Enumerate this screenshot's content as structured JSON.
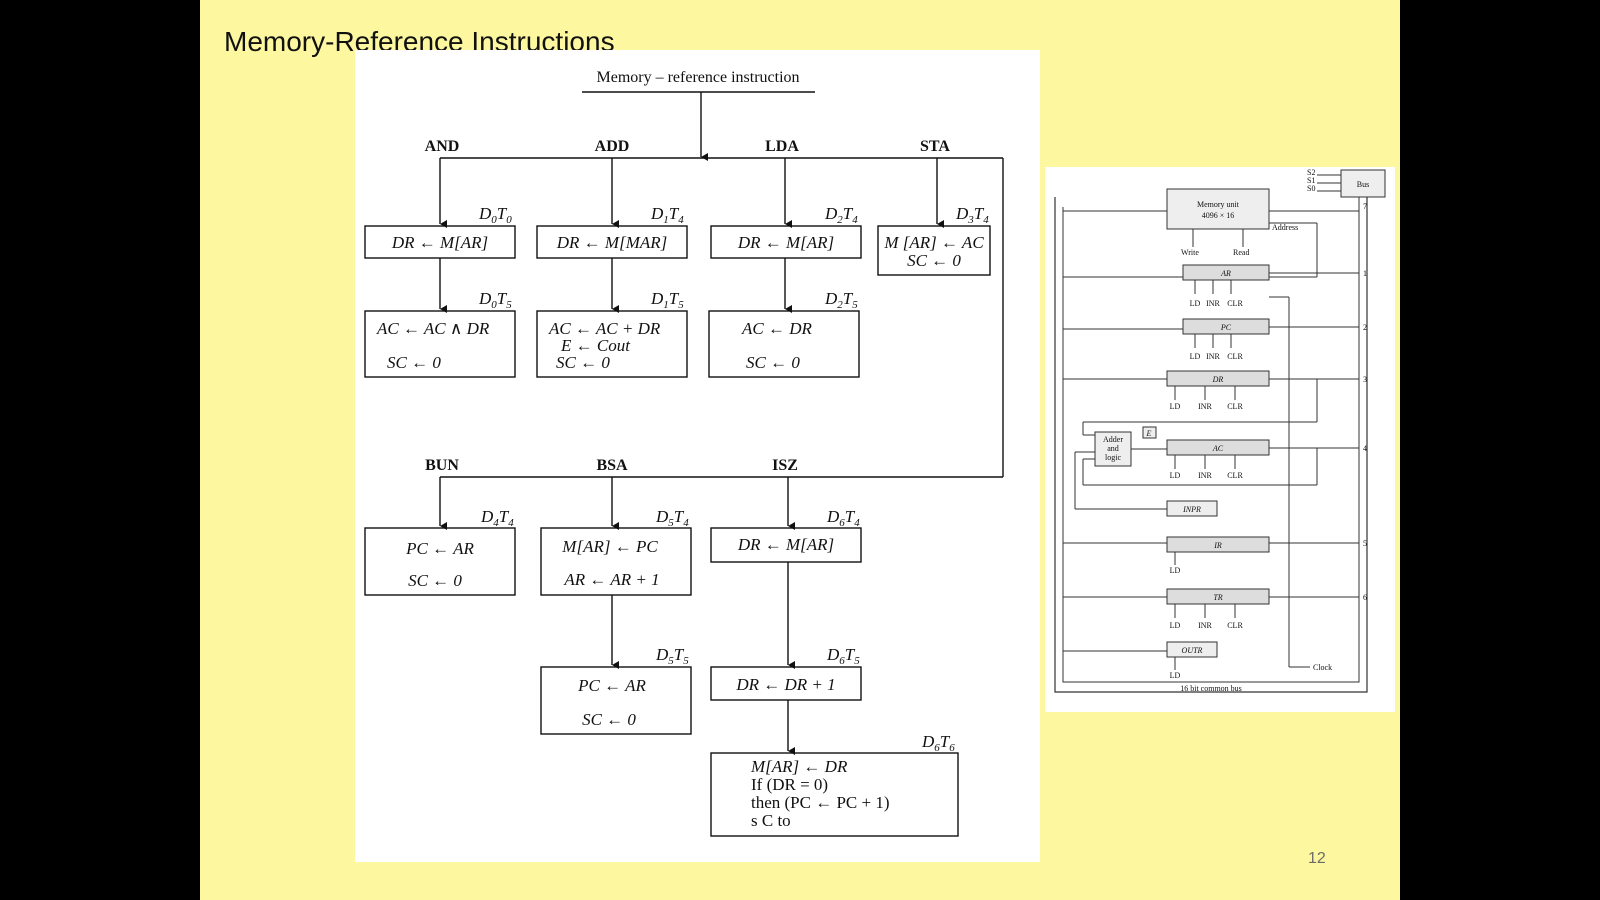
{
  "slide": {
    "title": "Memory-Reference Instructions",
    "page_number": "12"
  },
  "flowchart": {
    "root": "Memory – reference instruction",
    "branches": [
      {
        "op": "AND",
        "steps": [
          {
            "timing_base": "D",
            "timing_sub": "0",
            "timing_t": "T",
            "timing_tsub": "0",
            "lines": [
              "DR ← M[AR]"
            ]
          },
          {
            "timing_base": "D",
            "timing_sub": "0",
            "timing_t": "T",
            "timing_tsub": "5",
            "lines": [
              "AC ← AC ∧ DR",
              "SC ← 0"
            ]
          }
        ]
      },
      {
        "op": "ADD",
        "steps": [
          {
            "timing_base": "D",
            "timing_sub": "1",
            "timing_t": "T",
            "timing_tsub": "4",
            "lines": [
              "DR ← M[MAR]"
            ]
          },
          {
            "timing_base": "D",
            "timing_sub": "1",
            "timing_t": "T",
            "timing_tsub": "5",
            "lines": [
              "AC ← AC + DR",
              "E ← Cout",
              "SC ← 0"
            ]
          }
        ]
      },
      {
        "op": "LDA",
        "steps": [
          {
            "timing_base": "D",
            "timing_sub": "2",
            "timing_t": "T",
            "timing_tsub": "4",
            "lines": [
              "DR ← M[AR]"
            ]
          },
          {
            "timing_base": "D",
            "timing_sub": "2",
            "timing_t": "T",
            "timing_tsub": "5",
            "lines": [
              "AC ← DR",
              "SC ← 0"
            ]
          }
        ]
      },
      {
        "op": "STA",
        "steps": [
          {
            "timing_base": "D",
            "timing_sub": "3",
            "timing_t": "T",
            "timing_tsub": "4",
            "lines": [
              "M [AR] ← AC",
              "SC ← 0"
            ]
          }
        ]
      },
      {
        "op": "BUN",
        "steps": [
          {
            "timing_base": "D",
            "timing_sub": "4",
            "timing_t": "T",
            "timing_tsub": "4",
            "lines": [
              "PC ← AR",
              "SC ← 0"
            ]
          }
        ]
      },
      {
        "op": "BSA",
        "steps": [
          {
            "timing_base": "D",
            "timing_sub": "5",
            "timing_t": "T",
            "timing_tsub": "4",
            "lines": [
              "M[AR] ← PC",
              "AR ← AR + 1"
            ]
          },
          {
            "timing_base": "D",
            "timing_sub": "5",
            "timing_t": "T",
            "timing_tsub": "5",
            "lines": [
              "PC ← AR",
              "SC ← 0"
            ]
          }
        ]
      },
      {
        "op": "ISZ",
        "steps": [
          {
            "timing_base": "D",
            "timing_sub": "6",
            "timing_t": "T",
            "timing_tsub": "4",
            "lines": [
              "DR ← M[AR]"
            ]
          },
          {
            "timing_base": "D",
            "timing_sub": "6",
            "timing_t": "T",
            "timing_tsub": "5",
            "lines": [
              "DR ← DR + 1"
            ]
          },
          {
            "timing_base": "D",
            "timing_sub": "6",
            "timing_t": "T",
            "timing_tsub": "6",
            "lines": [
              "M[AR] ← DR",
              "If (DR = 0)",
              "then (PC ← PC + 1)",
              "s C to"
            ]
          }
        ]
      }
    ]
  },
  "bus_diagram": {
    "selects": [
      "S2",
      "S1",
      "S0"
    ],
    "bus_label": "Bus",
    "memory_label": [
      "Memory unit",
      "4096 × 16"
    ],
    "address_label": "Address",
    "write_label": "Write",
    "read_label": "Read",
    "registers": {
      "ar": "AR",
      "pc": "PC",
      "dr": "DR",
      "ac": "AC",
      "inpr": "INPR",
      "ir": "IR",
      "tr": "TR",
      "outr": "OUTR"
    },
    "control_labels": {
      "ld": "LD",
      "inr": "INR",
      "clr": "CLR"
    },
    "adder_lines": [
      "Adder",
      "and",
      "logic"
    ],
    "e_label": "E",
    "clock_label": "Clock",
    "common_bus_label": "16 bit common bus",
    "bus_numbers": [
      "7",
      "1",
      "2",
      "3",
      "4",
      "5",
      "6"
    ]
  }
}
